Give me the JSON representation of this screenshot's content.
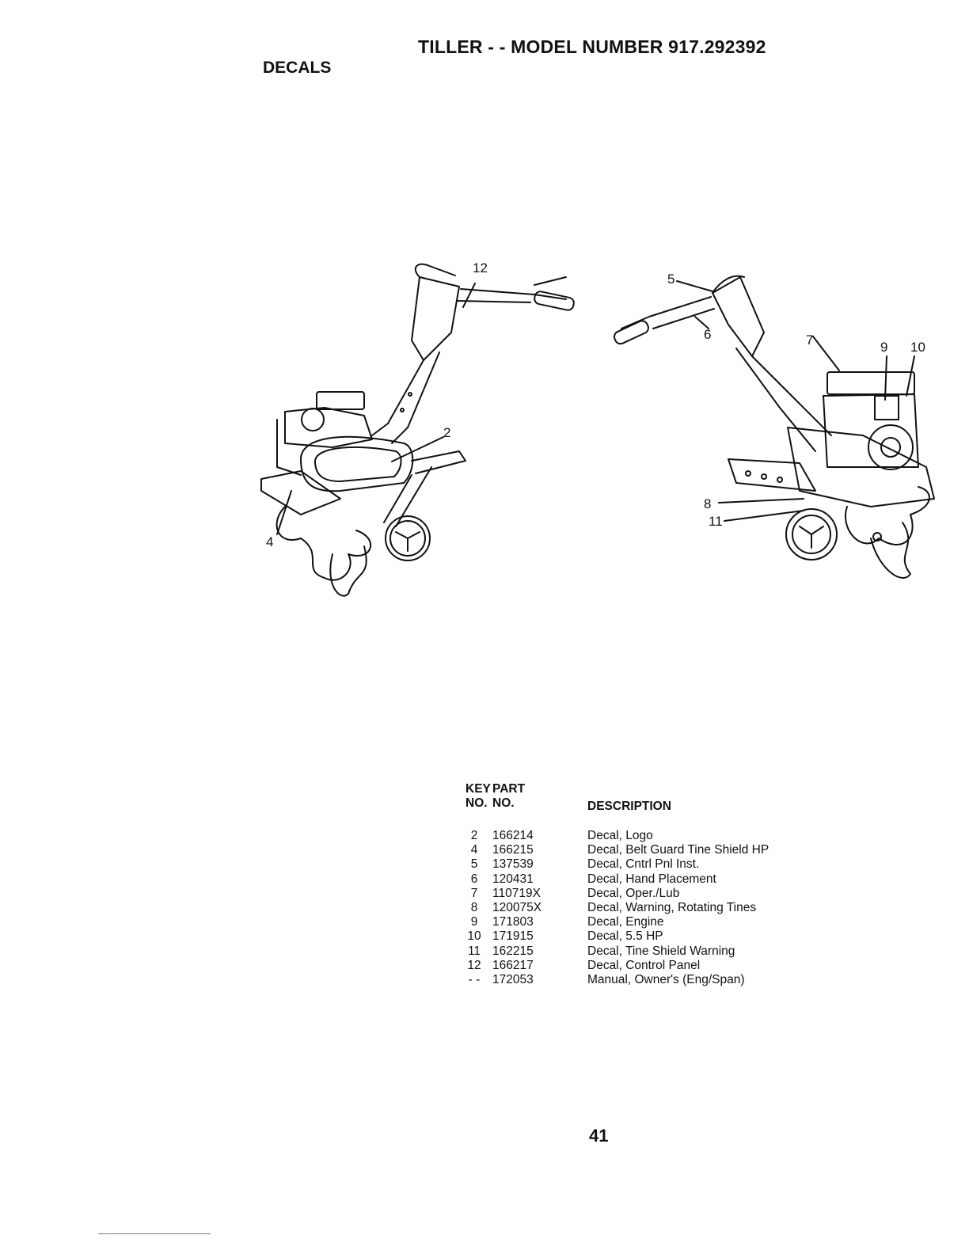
{
  "header": {
    "title": "TILLER - - MODEL NUMBER 917.292392",
    "section": "DECALS"
  },
  "figures": {
    "left_callouts": [
      "12",
      "2",
      "4"
    ],
    "right_callouts": [
      "5",
      "6",
      "7",
      "9",
      "10",
      "8",
      "11"
    ]
  },
  "parts_table": {
    "col_headers": {
      "key_line1": "KEY",
      "part_line1": "PART",
      "key_line2": "NO.",
      "part_line2": "NO.",
      "description": "DESCRIPTION"
    },
    "rows": [
      {
        "key": "2",
        "part": "166214",
        "description": "Decal, Logo"
      },
      {
        "key": "4",
        "part": "166215",
        "description": "Decal, Belt Guard Tine Shield HP"
      },
      {
        "key": "5",
        "part": "137539",
        "description": "Decal, Cntrl Pnl Inst."
      },
      {
        "key": "6",
        "part": "120431",
        "description": "Decal, Hand Placement"
      },
      {
        "key": "7",
        "part": "110719X",
        "description": "Decal, Oper./Lub"
      },
      {
        "key": "8",
        "part": "120075X",
        "description": "Decal, Warning, Rotating Tines"
      },
      {
        "key": "9",
        "part": "171803",
        "description": "Decal, Engine"
      },
      {
        "key": "10",
        "part": "171915",
        "description": "Decal, 5.5 HP"
      },
      {
        "key": "11",
        "part": "162215",
        "description": "Decal, Tine Shield Warning"
      },
      {
        "key": "12",
        "part": "166217",
        "description": "Decal, Control Panel"
      },
      {
        "key": "- -",
        "part": "172053",
        "description": "Manual, Owner's (Eng/Span)"
      }
    ]
  },
  "page_number": "41"
}
